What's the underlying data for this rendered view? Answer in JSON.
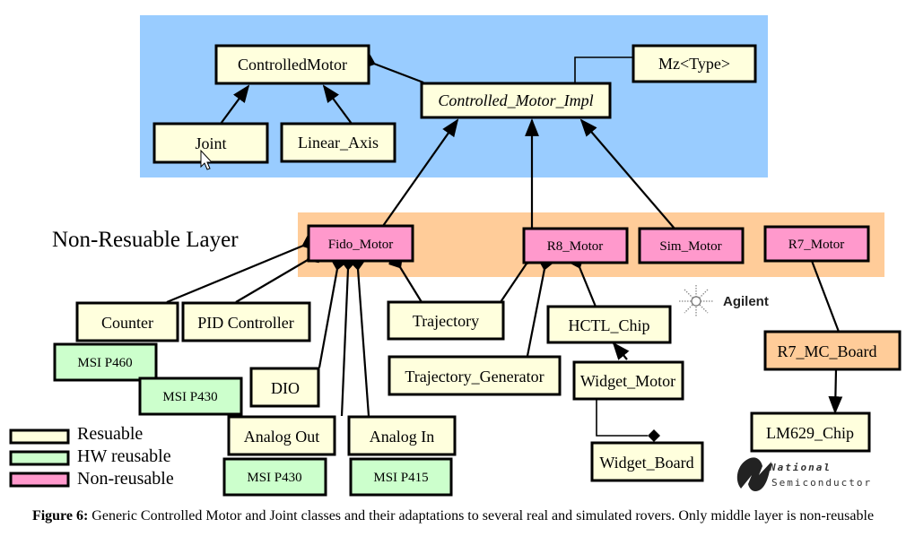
{
  "diagram": {
    "colors": {
      "reusable_layer_bg": "#99ccff",
      "nonreusable_layer_bg": "#ffcc99",
      "reusable": "#ffffdd",
      "hw_reusable": "#ccffcc",
      "non_reusable": "#ff99cc",
      "board": "#ffcc99"
    },
    "layer_label": "Non-Resuable Layer",
    "nodes": {
      "controlled_motor": "ControlledMotor",
      "controlled_motor_impl": "Controlled_Motor_Impl",
      "mz_type": "Mz<Type>",
      "joint": "Joint",
      "linear_axis": "Linear_Axis",
      "fido_motor": "Fido_Motor",
      "r8_motor": "R8_Motor",
      "sim_motor": "Sim_Motor",
      "r7_motor": "R7_Motor",
      "counter": "Counter",
      "pid_controller": "PID Controller",
      "trajectory": "Trajectory",
      "hctl_chip": "HCTL_Chip",
      "r7_mc_board": "R7_MC_Board",
      "msi_p460": "MSI P460",
      "msi_p430_a": "MSI P430",
      "dio": "DIO",
      "trajectory_generator": "Trajectory_Generator",
      "widget_motor": "Widget_Motor",
      "analog_out": "Analog Out",
      "analog_in": "Analog In",
      "msi_p430_b": "MSI P430",
      "msi_p415": "MSI P415",
      "widget_board": "Widget_Board",
      "lm629_chip": "LM629_Chip"
    },
    "legend": [
      {
        "label": "Resuable",
        "color": "#ffffdd"
      },
      {
        "label": "HW reusable",
        "color": "#ccffcc"
      },
      {
        "label": "Non-reusable",
        "color": "#ff99cc"
      }
    ],
    "logos": {
      "agilent": "Agilent",
      "national_line1": "National",
      "national_line2": "Semiconductor"
    }
  },
  "caption": {
    "label": "Figure 6:",
    "text": " Generic Controlled Motor and Joint classes and their adaptations to several real and simulated rovers. Only middle layer is non-reusable"
  }
}
